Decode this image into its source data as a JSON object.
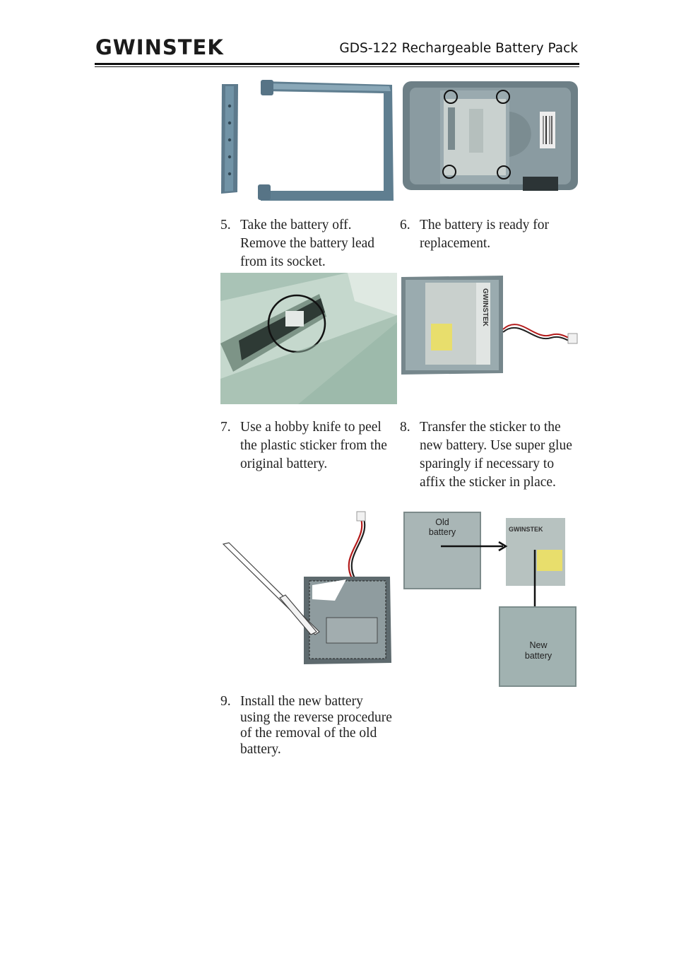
{
  "header": {
    "logo": "GWINSTEK",
    "title": "GDS-122 Rechargeable Battery Pack"
  },
  "steps": [
    {
      "num": "5.",
      "text": "Take the battery off. Remove the battery lead from its socket."
    },
    {
      "num": "6.",
      "text": "The battery is ready for replacement."
    },
    {
      "num": "7.",
      "text": "Use a hobby knife to peel the plastic sticker from the original battery."
    },
    {
      "num": "8.",
      "text": "Transfer the sticker to the new battery.  Use super glue sparingly if necessary to affix the sticker in place."
    },
    {
      "num": "9.",
      "text": "Install the new battery using the reverse procedure of the removal of the old battery."
    }
  ],
  "figure_labels": {
    "old_battery_1": "Old",
    "old_battery_2": "battery",
    "new_battery_1": "New",
    "new_battery_2": "battery",
    "label_brand": "GWINSTEK"
  }
}
